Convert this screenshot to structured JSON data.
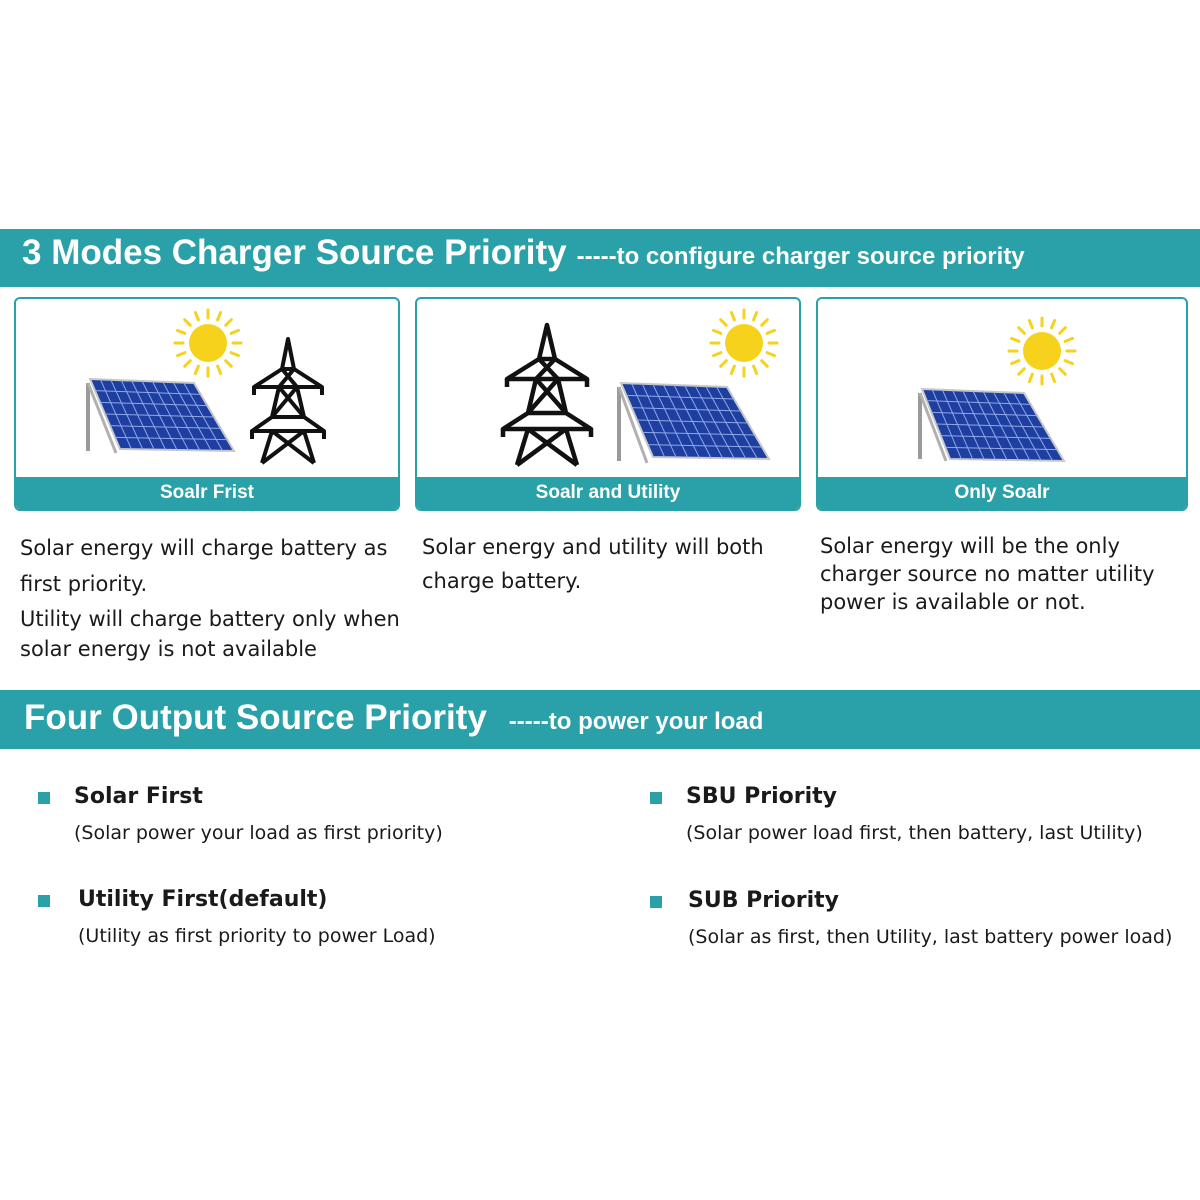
{
  "charger_section": {
    "title": "3 Modes Charger Source Priority",
    "subtitle": "-----to configure charger source priority",
    "modes": [
      {
        "label": "Soalr Frist",
        "desc": [
          "Solar energy will charge battery as first priority.",
          "Utility will charge battery only when solar energy is not available"
        ]
      },
      {
        "label": "Soalr and Utility",
        "desc": [
          "Solar energy and utility will both charge battery."
        ]
      },
      {
        "label": "Only Soalr",
        "desc": [
          "Solar energy will be the only charger source no matter utility power is available or not."
        ]
      }
    ]
  },
  "output_section": {
    "title": "Four Output Source Priority",
    "subtitle": "-----to power your load",
    "options": [
      {
        "title": "Solar First",
        "desc": "(Solar power your load as first priority)"
      },
      {
        "title": "SBU Priority",
        "desc": "(Solar power load first, then battery, last Utility)"
      },
      {
        "title": "Utility First(default)",
        "desc": "(Utility as first priority to power Load)"
      },
      {
        "title": "SUB Priority",
        "desc": "(Solar as first, then Utility, last battery power load)"
      }
    ]
  },
  "colors": {
    "accent": "#2aa1a8",
    "sun": "#f7d21c",
    "panel": "#1f3fa0",
    "panel_cell": "#3a62cf"
  },
  "icons": [
    "sun-icon",
    "solar-panel-icon",
    "power-tower-icon"
  ]
}
